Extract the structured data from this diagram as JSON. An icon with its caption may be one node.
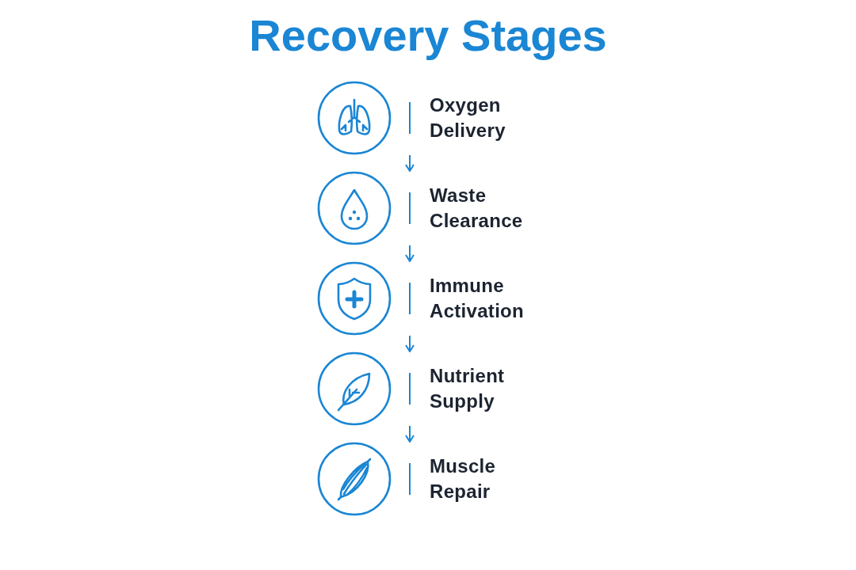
{
  "diagram": {
    "title": "Recovery Stages",
    "nodes": [
      {
        "text": [
          "Oxygen Delivery"
        ]
      },
      {
        "text": [
          "Waste Clearance"
        ]
      },
      {
        "text": [
          "Immune Activation"
        ]
      },
      {
        "text": [
          "Nutrient Supply"
        ]
      },
      {
        "text": [
          "Muscle Repair"
        ]
      }
    ],
    "edges": [
      {
        "from": 0,
        "to": 1,
        "arrow": "to"
      },
      {
        "from": 1,
        "to": 2,
        "arrow": "to"
      },
      {
        "from": 2,
        "to": 3,
        "arrow": "to"
      },
      {
        "from": 3,
        "to": 4,
        "arrow": "to"
      }
    ]
  }
}
